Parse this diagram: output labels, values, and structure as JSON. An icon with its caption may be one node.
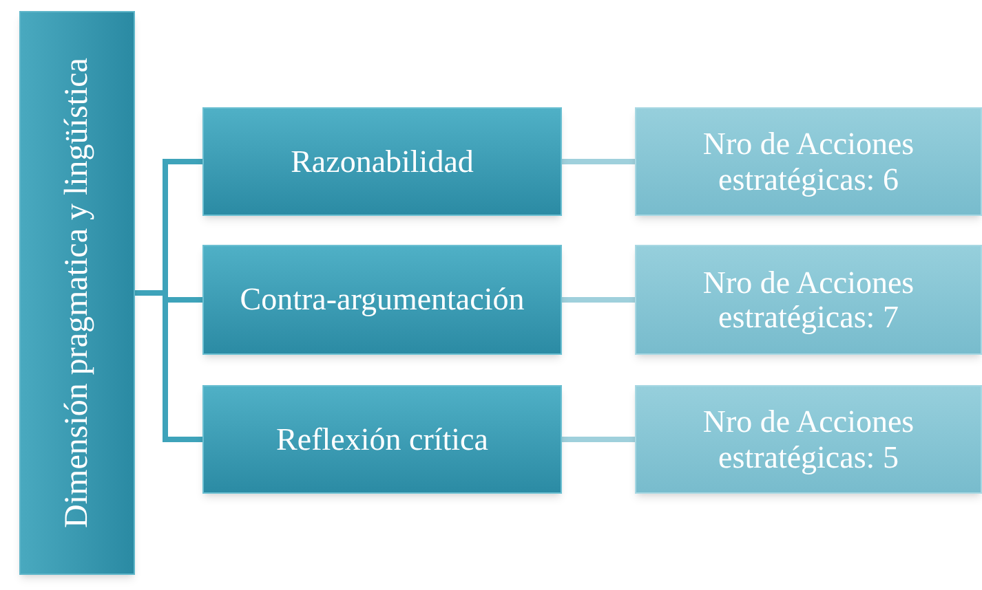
{
  "diagram": {
    "nodes": [
      {
        "text": [
          "Dimensión pragmatica y lingüística"
        ]
      },
      {
        "text": [
          "Razonabilidad"
        ]
      },
      {
        "text": [
          "Contra-argumentación"
        ]
      },
      {
        "text": [
          "Reflexión crítica"
        ]
      },
      {
        "text": [
          "Nro de Acciones estratégicas: 6"
        ]
      },
      {
        "text": [
          "Nro de Acciones estratégicas: 7"
        ]
      },
      {
        "text": [
          "Nro de Acciones estratégicas: 5"
        ]
      }
    ],
    "edges": [
      {
        "from": 0,
        "to": 1,
        "arrow": "none"
      },
      {
        "from": 0,
        "to": 2,
        "arrow": "none"
      },
      {
        "from": 0,
        "to": 3,
        "arrow": "none"
      },
      {
        "from": 1,
        "to": 4,
        "arrow": "none",
        "color": "#9fd0dc"
      },
      {
        "from": 2,
        "to": 5,
        "arrow": "none",
        "color": "#9fd0dc"
      },
      {
        "from": 3,
        "to": 6,
        "arrow": "none",
        "color": "#9fd0dc"
      }
    ]
  }
}
